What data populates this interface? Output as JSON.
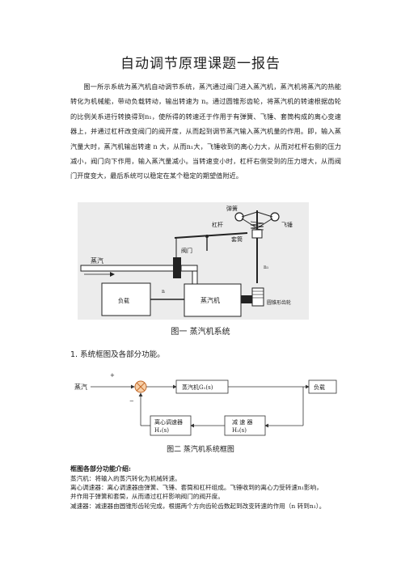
{
  "doc": {
    "title": "自动调节原理课题一报告",
    "paragraph": "图一所示系统为蒸汽机自动调节系统，蒸汽通过阀门进入蒸汽机，蒸汽机将蒸汽的热能转化为机械能，带动负载转动，输出转速为 n。通过圆锥形齿轮，将蒸汽机的转速根据齿轮的比例关系进行转换得到n₁，使所得的转速还于作用于有弹簧、飞锤、套筒构成的离心变速器上，并通过杠杆改变阀门的阀开度，从而起到调节蒸汽输入蒸汽机量的作用。即，输入蒸汽量大时，蒸汽机输出转速 n 大，从而n₁大，飞锤收到的离心力大，从而对杠杆右侧的压力减小，阀门向下作用，输入蒸汽量减小。当转速变小时，杠杆右侧受到的压力增大，从而阀门开度变大，最后系统可以稳定在某个稳定的期望值附近。",
    "fig1_caption": "图一 蒸汽机系统",
    "section1": "1.  系统框图及各部分功能。",
    "fig2_caption": "图二 蒸汽机系统框图",
    "subhead": "框图各部分功能介绍:",
    "items": [
      "蒸汽机：将输入的蒸汽转化为机械转速。",
      "离心调速器：离心调速器由弹簧、飞锤、套筒和杠杆组成。飞锤收到的离心力受转速n₁影响，",
      "并作用于弹簧和套筒，从而通过杠杆影响阀门的阀开度。",
      "减速器：减速器由圆锥形齿轮完成，根据两个方向齿轮齿数起到改变转速的作用（n 转到n₁）。"
    ]
  },
  "fig1": {
    "labels": {
      "spring": "弹簧",
      "flyweight": "飞锤",
      "lever": "杠杆",
      "sleeve": "套筒",
      "valve": "阀门",
      "steam": "蒸汽",
      "load": "负载",
      "engine": "蒸汽机",
      "gear": "圆锥形齿轮",
      "n": "n",
      "n1": "n₁"
    }
  },
  "fig2": {
    "input": "蒸汽",
    "engine": "蒸汽机G₁(s)",
    "load": "负载",
    "reducer_line1": "减 速 器",
    "reducer_line2": "H₂(s)",
    "governor_line1": "离心调速器",
    "governor_line2": "H₁(s)",
    "plus": "+",
    "minus": "−"
  }
}
